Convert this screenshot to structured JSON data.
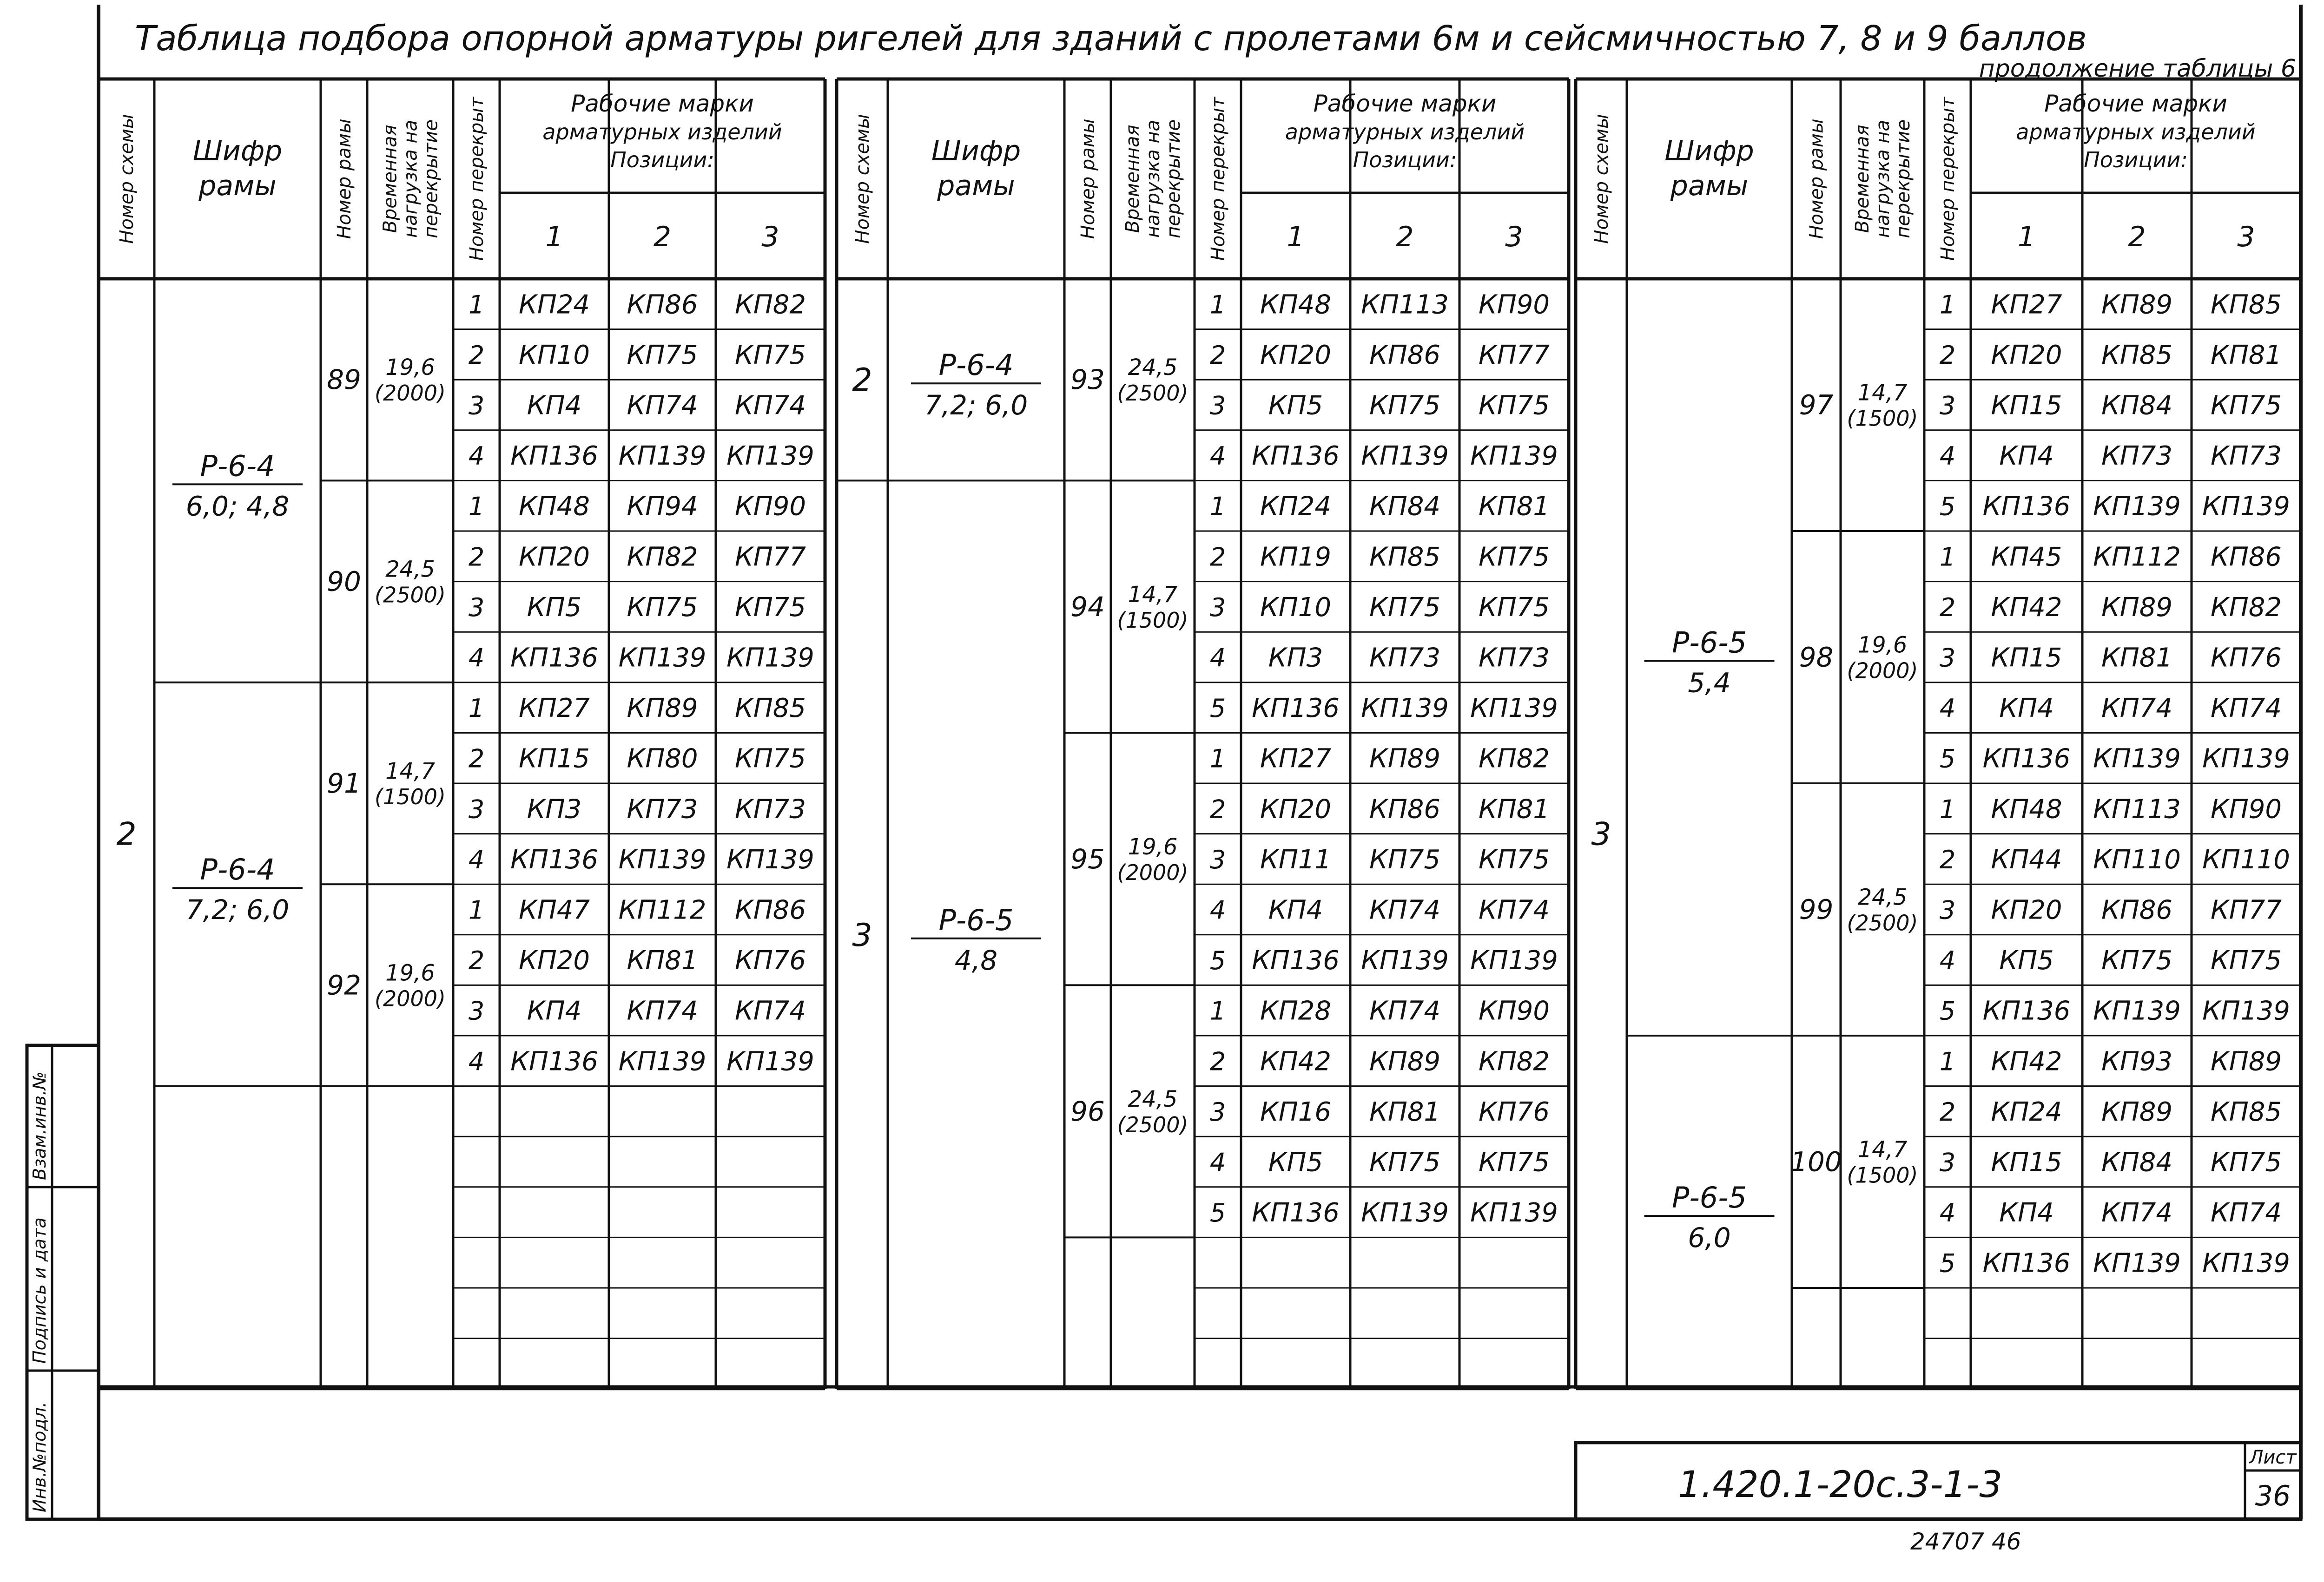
{
  "title": "Таблица подбора опорной арматуры ригелей для зданий с пролетами 6м и сейсмичностью 7, 8 и 9 баллов",
  "subtitle": "продолжение таблицы 6",
  "headers": {
    "scheme": "Номер схемы",
    "cipher_1": "Шифр",
    "cipher_2": "рамы",
    "frame_no": "Номер рамы",
    "load_1": "Временная",
    "load_2": "нагрузка на",
    "load_3": "перекрытие",
    "floor_no": "Номер перекрыт",
    "marks_1": "Рабочие марки",
    "marks_2": "арматурных изделий",
    "marks_3": "Позиции:",
    "pos1": "1",
    "pos2": "2",
    "pos3": "3"
  },
  "blocks": [
    {
      "scheme_label": "2",
      "rows": 22,
      "frames": [
        {
          "no": "89",
          "load": "19,6",
          "load2": "(2000)",
          "start": 0,
          "rows": [
            [
              "1",
              "КП24",
              "КП86",
              "КП82"
            ],
            [
              "2",
              "КП10",
              "КП75",
              "КП75"
            ],
            [
              "3",
              "КП4",
              "КП74",
              "КП74"
            ],
            [
              "4",
              "КП136",
              "КП139",
              "КП139"
            ]
          ]
        },
        {
          "no": "90",
          "load": "24,5",
          "load2": "(2500)",
          "start": 4,
          "rows": [
            [
              "1",
              "КП48",
              "КП94",
              "КП90"
            ],
            [
              "2",
              "КП20",
              "КП82",
              "КП77"
            ],
            [
              "3",
              "КП5",
              "КП75",
              "КП75"
            ],
            [
              "4",
              "КП136",
              "КП139",
              "КП139"
            ]
          ]
        },
        {
          "no": "91",
          "load": "14,7",
          "load2": "(1500)",
          "start": 8,
          "rows": [
            [
              "1",
              "КП27",
              "КП89",
              "КП85"
            ],
            [
              "2",
              "КП15",
              "КП80",
              "КП75"
            ],
            [
              "3",
              "КП3",
              "КП73",
              "КП73"
            ],
            [
              "4",
              "КП136",
              "КП139",
              "КП139"
            ]
          ]
        },
        {
          "no": "92",
          "load": "19,6",
          "load2": "(2000)",
          "start": 12,
          "rows": [
            [
              "1",
              "КП47",
              "КП112",
              "КП86"
            ],
            [
              "2",
              "КП20",
              "КП81",
              "КП76"
            ],
            [
              "3",
              "КП4",
              "КП74",
              "КП74"
            ],
            [
              "4",
              "КП136",
              "КП139",
              "КП139"
            ]
          ]
        }
      ],
      "ciphers": [
        {
          "top": "Р-6-4",
          "bottom": "6,0; 4,8",
          "start": 0,
          "end": 8
        },
        {
          "top": "Р-6-4",
          "bottom": "7,2; 6,0",
          "start": 8,
          "end": 16
        }
      ],
      "schemes": [
        {
          "label": "2",
          "start": 0,
          "end": 22
        }
      ]
    },
    {
      "rows": 22,
      "frames": [
        {
          "no": "93",
          "load": "24,5",
          "load2": "(2500)",
          "start": 0,
          "rows": [
            [
              "1",
              "КП48",
              "КП113",
              "КП90"
            ],
            [
              "2",
              "КП20",
              "КП86",
              "КП77"
            ],
            [
              "3",
              "КП5",
              "КП75",
              "КП75"
            ],
            [
              "4",
              "КП136",
              "КП139",
              "КП139"
            ]
          ]
        },
        {
          "no": "94",
          "load": "14,7",
          "load2": "(1500)",
          "start": 4,
          "rows": [
            [
              "1",
              "КП24",
              "КП84",
              "КП81"
            ],
            [
              "2",
              "КП19",
              "КП85",
              "КП75"
            ],
            [
              "3",
              "КП10",
              "КП75",
              "КП75"
            ],
            [
              "4",
              "КП3",
              "КП73",
              "КП73"
            ],
            [
              "5",
              "КП136",
              "КП139",
              "КП139"
            ]
          ]
        },
        {
          "no": "95",
          "load": "19,6",
          "load2": "(2000)",
          "start": 9,
          "rows": [
            [
              "1",
              "КП27",
              "КП89",
              "КП82"
            ],
            [
              "2",
              "КП20",
              "КП86",
              "КП81"
            ],
            [
              "3",
              "КП11",
              "КП75",
              "КП75"
            ],
            [
              "4",
              "КП4",
              "КП74",
              "КП74"
            ],
            [
              "5",
              "КП136",
              "КП139",
              "КП139"
            ]
          ]
        },
        {
          "no": "96",
          "load": "24,5",
          "load2": "(2500)",
          "start": 14,
          "rows": [
            [
              "1",
              "КП28",
              "КП74",
              "КП90"
            ],
            [
              "2",
              "КП42",
              "КП89",
              "КП82"
            ],
            [
              "3",
              "КП16",
              "КП81",
              "КП76"
            ],
            [
              "4",
              "КП5",
              "КП75",
              "КП75"
            ],
            [
              "5",
              "КП136",
              "КП139",
              "КП139"
            ]
          ]
        }
      ],
      "ciphers": [
        {
          "top": "Р-6-4",
          "bottom": "7,2; 6,0",
          "start": 0,
          "end": 4
        },
        {
          "top": "Р-6-5",
          "bottom": "4,8",
          "start": 4,
          "end": 22
        }
      ],
      "schemes": [
        {
          "label": "2",
          "start": 0,
          "end": 4
        },
        {
          "label": "3",
          "start": 4,
          "end": 22
        }
      ]
    },
    {
      "rows": 22,
      "frames": [
        {
          "no": "97",
          "load": "14,7",
          "load2": "(1500)",
          "start": 0,
          "rows": [
            [
              "1",
              "КП27",
              "КП89",
              "КП85"
            ],
            [
              "2",
              "КП20",
              "КП85",
              "КП81"
            ],
            [
              "3",
              "КП15",
              "КП84",
              "КП75"
            ],
            [
              "4",
              "КП4",
              "КП73",
              "КП73"
            ],
            [
              "5",
              "КП136",
              "КП139",
              "КП139"
            ]
          ]
        },
        {
          "no": "98",
          "load": "19,6",
          "load2": "(2000)",
          "start": 5,
          "rows": [
            [
              "1",
              "КП45",
              "КП112",
              "КП86"
            ],
            [
              "2",
              "КП42",
              "КП89",
              "КП82"
            ],
            [
              "3",
              "КП15",
              "КП81",
              "КП76"
            ],
            [
              "4",
              "КП4",
              "КП74",
              "КП74"
            ],
            [
              "5",
              "КП136",
              "КП139",
              "КП139"
            ]
          ]
        },
        {
          "no": "99",
          "load": "24,5",
          "load2": "(2500)",
          "start": 10,
          "rows": [
            [
              "1",
              "КП48",
              "КП113",
              "КП90"
            ],
            [
              "2",
              "КП44",
              "КП110",
              "КП110"
            ],
            [
              "3",
              "КП20",
              "КП86",
              "КП77"
            ],
            [
              "4",
              "КП5",
              "КП75",
              "КП75"
            ],
            [
              "5",
              "КП136",
              "КП139",
              "КП139"
            ]
          ]
        },
        {
          "no": "100",
          "load": "14,7",
          "load2": "(1500)",
          "start": 15,
          "rows": [
            [
              "1",
              "КП42",
              "КП93",
              "КП89"
            ],
            [
              "2",
              "КП24",
              "КП89",
              "КП85"
            ],
            [
              "3",
              "КП15",
              "КП84",
              "КП75"
            ],
            [
              "4",
              "КП4",
              "КП74",
              "КП74"
            ],
            [
              "5",
              "КП136",
              "КП139",
              "КП139"
            ]
          ]
        }
      ],
      "ciphers": [
        {
          "top": "Р-6-5",
          "bottom": "5,4",
          "start": 0,
          "end": 15
        },
        {
          "top": "Р-6-5",
          "bottom": "6,0",
          "start": 15,
          "end": 22
        }
      ],
      "schemes": [
        {
          "label": "3",
          "start": 0,
          "end": 22
        }
      ]
    }
  ],
  "stamp": {
    "code": "1.420.1-20с.3-1-3",
    "sheet_label": "Лист",
    "sheet_no": "36",
    "bottom_number": "24707 46"
  },
  "side_stamp": [
    "Инв.№подл.",
    "Подпись и дата",
    "Взам.инв.№"
  ]
}
